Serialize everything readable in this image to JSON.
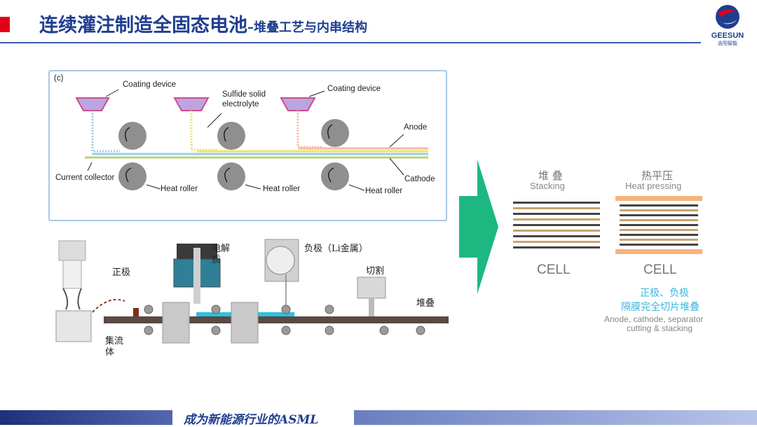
{
  "header": {
    "title": "连续灌注制造全固态电池",
    "subtitle": "–堆叠工艺与内串结构",
    "logo_name": "GEESUN",
    "logo_sub": "吉阳智能"
  },
  "footer": {
    "slogan": "成为新能源行业的ASML"
  },
  "panel_c": {
    "tag": "(c)",
    "labels": {
      "coating1": "Coating device",
      "electrolyte1": "Sulfide solid",
      "electrolyte2": "electrolyte",
      "coating2": "Coating device",
      "anode": "Anode",
      "current_collector": "Current collector",
      "cathode": "Cathode",
      "roller1": "Heat roller",
      "roller2": "Heat roller",
      "roller3": "Heat roller"
    }
  },
  "process": {
    "cathode": "正极",
    "electrolyte_1": "电解",
    "electrolyte_2": "质",
    "anode": "负极（Li金属）",
    "cut": "切割",
    "stack": "堆叠",
    "collector_1": "集流",
    "collector_2": "体"
  },
  "right": {
    "stack_zh": "堆 叠",
    "stack_en": "Stacking",
    "press_zh": "热平压",
    "press_en": "Heat pressing",
    "cell1": "CELL",
    "cell2": "CELL",
    "note_zh_1": "正极、负极",
    "note_zh_2": "隔膜完全切片堆叠",
    "note_en_1": "Anode, cathode, separator",
    "note_en_2": "cutting & stacking"
  },
  "colors": {
    "brand_blue": "#1f3e8f",
    "accent_red": "#e3001b",
    "arrow_green": "#1db882",
    "layer_orange": "#f5b47a",
    "layer_tan": "#c8a46e"
  }
}
